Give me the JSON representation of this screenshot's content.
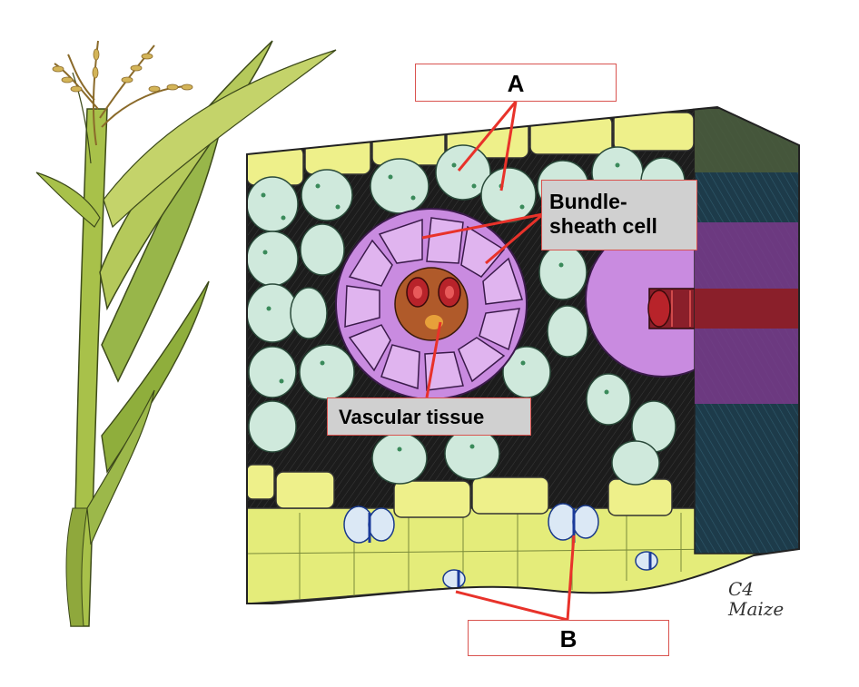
{
  "labels": {
    "a": "A",
    "b": "B",
    "bundle_sheath_line1": "Bundle-",
    "bundle_sheath_line2": "sheath cell",
    "vascular_tissue": "Vascular tissue"
  },
  "handwriting": {
    "line1": "C4",
    "line2": "Maize"
  },
  "colors": {
    "leader_line": "#e8322a",
    "epidermis": "#eef08a",
    "mesophyll": "#cfe9dc",
    "bundle_sheath": "#c98be0",
    "vascular": "#b83a1f",
    "background_dark": "#1f1f1f",
    "plant": "#9ab541"
  }
}
